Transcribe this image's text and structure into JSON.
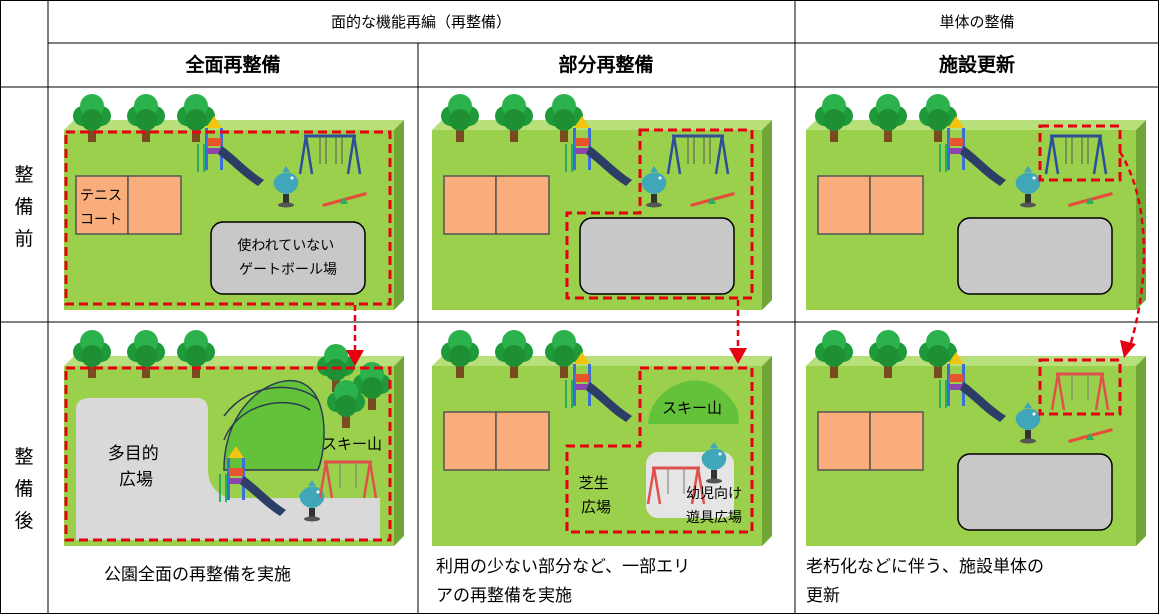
{
  "headers": {
    "group_area": "面的な機能再編（再整備）",
    "group_single": "単体の整備",
    "col1": "全面再整備",
    "col2": "部分再整備",
    "col3": "施設更新"
  },
  "rows": {
    "before": [
      "整",
      "備",
      "前"
    ],
    "after": [
      "整",
      "備",
      "後"
    ]
  },
  "labels": {
    "tennis": [
      "テニス",
      "コート"
    ],
    "gateball": [
      "使われていない",
      "ゲートボール場"
    ],
    "multipurpose": [
      "多目的",
      "広場"
    ],
    "ski": "スキー山",
    "lawn": [
      "芝生",
      "広場"
    ],
    "kids": [
      "幼児向け",
      "遊具広場"
    ]
  },
  "captions": {
    "col1": [
      "公園全面の再整備を実施"
    ],
    "col2": [
      "利用の少ない部分など、一部エリ",
      "アの再整備を実施"
    ],
    "col3": [
      "老朽化などに伴う、施設単体の",
      "更新"
    ]
  },
  "colors": {
    "grass": "#9ad04b",
    "grass_dark": "#6fa634",
    "court": "#f8ad7a",
    "gray_area": "#c8c8c8",
    "dashed_red": "#e60012",
    "hill": "#63c13a"
  }
}
